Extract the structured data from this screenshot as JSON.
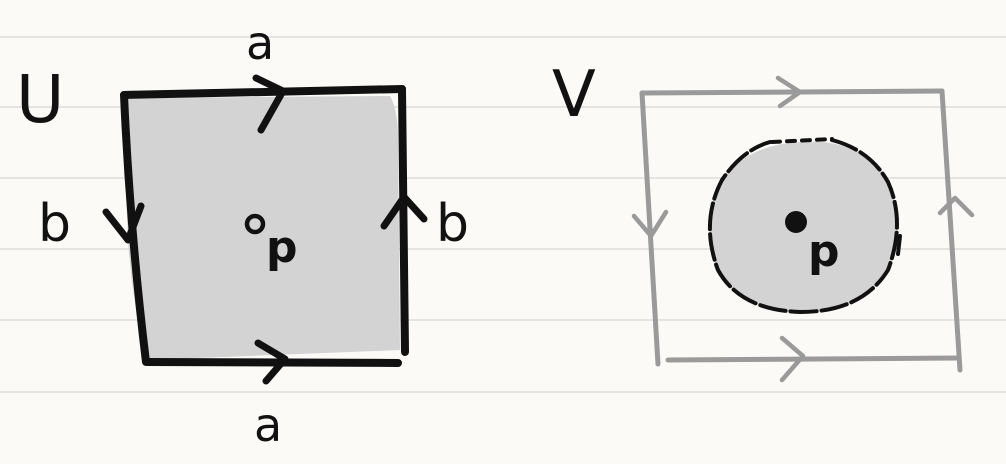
{
  "labels": {
    "left_space": "U",
    "right_space": "V",
    "edge_top": "a",
    "edge_bottom": "a",
    "edge_left": "b",
    "edge_right": "b",
    "point_left": "p",
    "point_right": "p"
  },
  "colors": {
    "paper": "#fbfaf6",
    "ruled_line": "#dcdcdc",
    "ink": "#111111",
    "gray_ink": "#9a9a9a",
    "fill": "#d3d3d3"
  }
}
